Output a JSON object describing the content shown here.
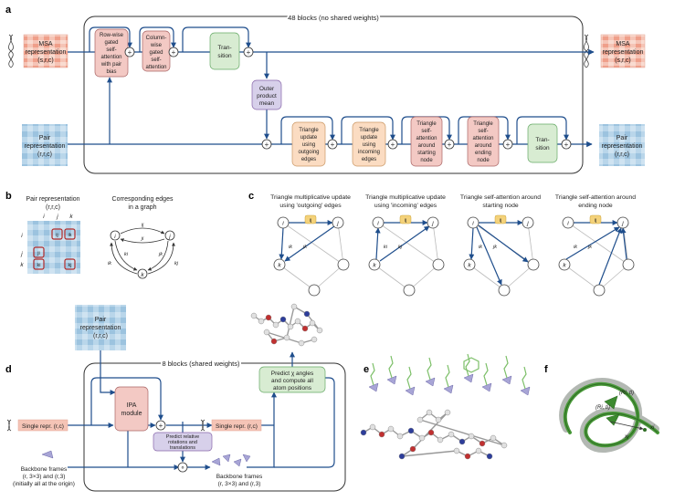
{
  "panels": {
    "a": "a",
    "b": "b",
    "c": "c",
    "d": "d",
    "e": "e",
    "f": "f"
  },
  "panel_a": {
    "blocks_label": "48 blocks (no shared weights)",
    "msa_in": [
      "MSA",
      "representation",
      "(s,r,c)"
    ],
    "msa_out": [
      "MSA",
      "representation",
      "(s,r,c)"
    ],
    "pair_in": [
      "Pair",
      "representation",
      "(r,r,c)"
    ],
    "pair_out": [
      "Pair",
      "representation",
      "(r,r,c)"
    ],
    "row_attn": [
      "Row-wise",
      "gated",
      "self-",
      "attention",
      "with pair",
      "bias"
    ],
    "col_attn": [
      "Column-",
      "wise",
      "gated",
      "self-",
      "attention"
    ],
    "transition_msa": [
      "Tran-",
      "sition"
    ],
    "outer_product": [
      "Outer",
      "product",
      "mean"
    ],
    "tri_out": [
      "Triangle",
      "update",
      "using",
      "outgoing",
      "edges"
    ],
    "tri_in": [
      "Triangle",
      "update",
      "using",
      "incoming",
      "edges"
    ],
    "tri_start": [
      "Triangle",
      "self-",
      "attention",
      "around",
      "starting",
      "node"
    ],
    "tri_end": [
      "Triangle",
      "self-",
      "attention",
      "around",
      "ending",
      "node"
    ],
    "transition_pair": [
      "Tran-",
      "sition"
    ]
  },
  "panel_b": {
    "pair_title": [
      "Pair representation",
      "(r,r,c)"
    ],
    "graph_title": [
      "Corresponding edges",
      "in a graph"
    ],
    "axis_i": "i",
    "axis_j": "j",
    "axis_k": "k",
    "cells": [
      "ij",
      "ik",
      "ji",
      "ki",
      "kj"
    ],
    "nodes": [
      "i",
      "j",
      "k"
    ],
    "edges": [
      "ij",
      "ji",
      "ki",
      "ik",
      "jk",
      "kj"
    ]
  },
  "panel_c": {
    "titles": [
      [
        "Triangle multiplicative update",
        "using 'outgoing' edges"
      ],
      [
        "Triangle multiplicative update",
        "using 'incoming' edges"
      ],
      [
        "Triangle self-attention around",
        "starting node"
      ],
      [
        "Triangle self-attention around",
        "ending node"
      ]
    ],
    "nodes": [
      "i",
      "j",
      "k"
    ],
    "edge_labels": [
      "ij",
      "ik",
      "jk",
      "ki",
      "kj"
    ]
  },
  "panel_d": {
    "pair_box": [
      "Pair",
      "representation",
      "(r,r,c)"
    ],
    "blocks_label": "8 blocks (shared weights)",
    "single_in": "Single repr. (r,c)",
    "single_out": "Single repr. (r,c)",
    "ipa": [
      "IPA",
      "module"
    ],
    "predict_rot": [
      "Predict relative",
      "rotations and",
      "translations"
    ],
    "predict_chi": [
      "Predict χ angles",
      "and compute all",
      "atom positions"
    ],
    "backbone_in": [
      "Backbone frames",
      "(r, 3×3) and (r,3)",
      "(initially all at the origin)"
    ],
    "backbone_out": [
      "Backbone frames",
      "(r, 3×3) and (r,3)"
    ]
  },
  "panel_f": {
    "labels": [
      "(Rl, tl)",
      "(Ri, ti)",
      "xj",
      "xi"
    ]
  },
  "colors": {
    "arrow": "#1f4e8c",
    "msa_pink": "#f3c9c4",
    "red_box": "#e58e86",
    "green_box": "#d8ecd2",
    "purple_box": "#d7d0ea",
    "orange_box": "#fbdcc2",
    "pair_blue": "#a9cbe3",
    "node_red": "#c02c2c",
    "protein_green": "#4a9a3a"
  }
}
